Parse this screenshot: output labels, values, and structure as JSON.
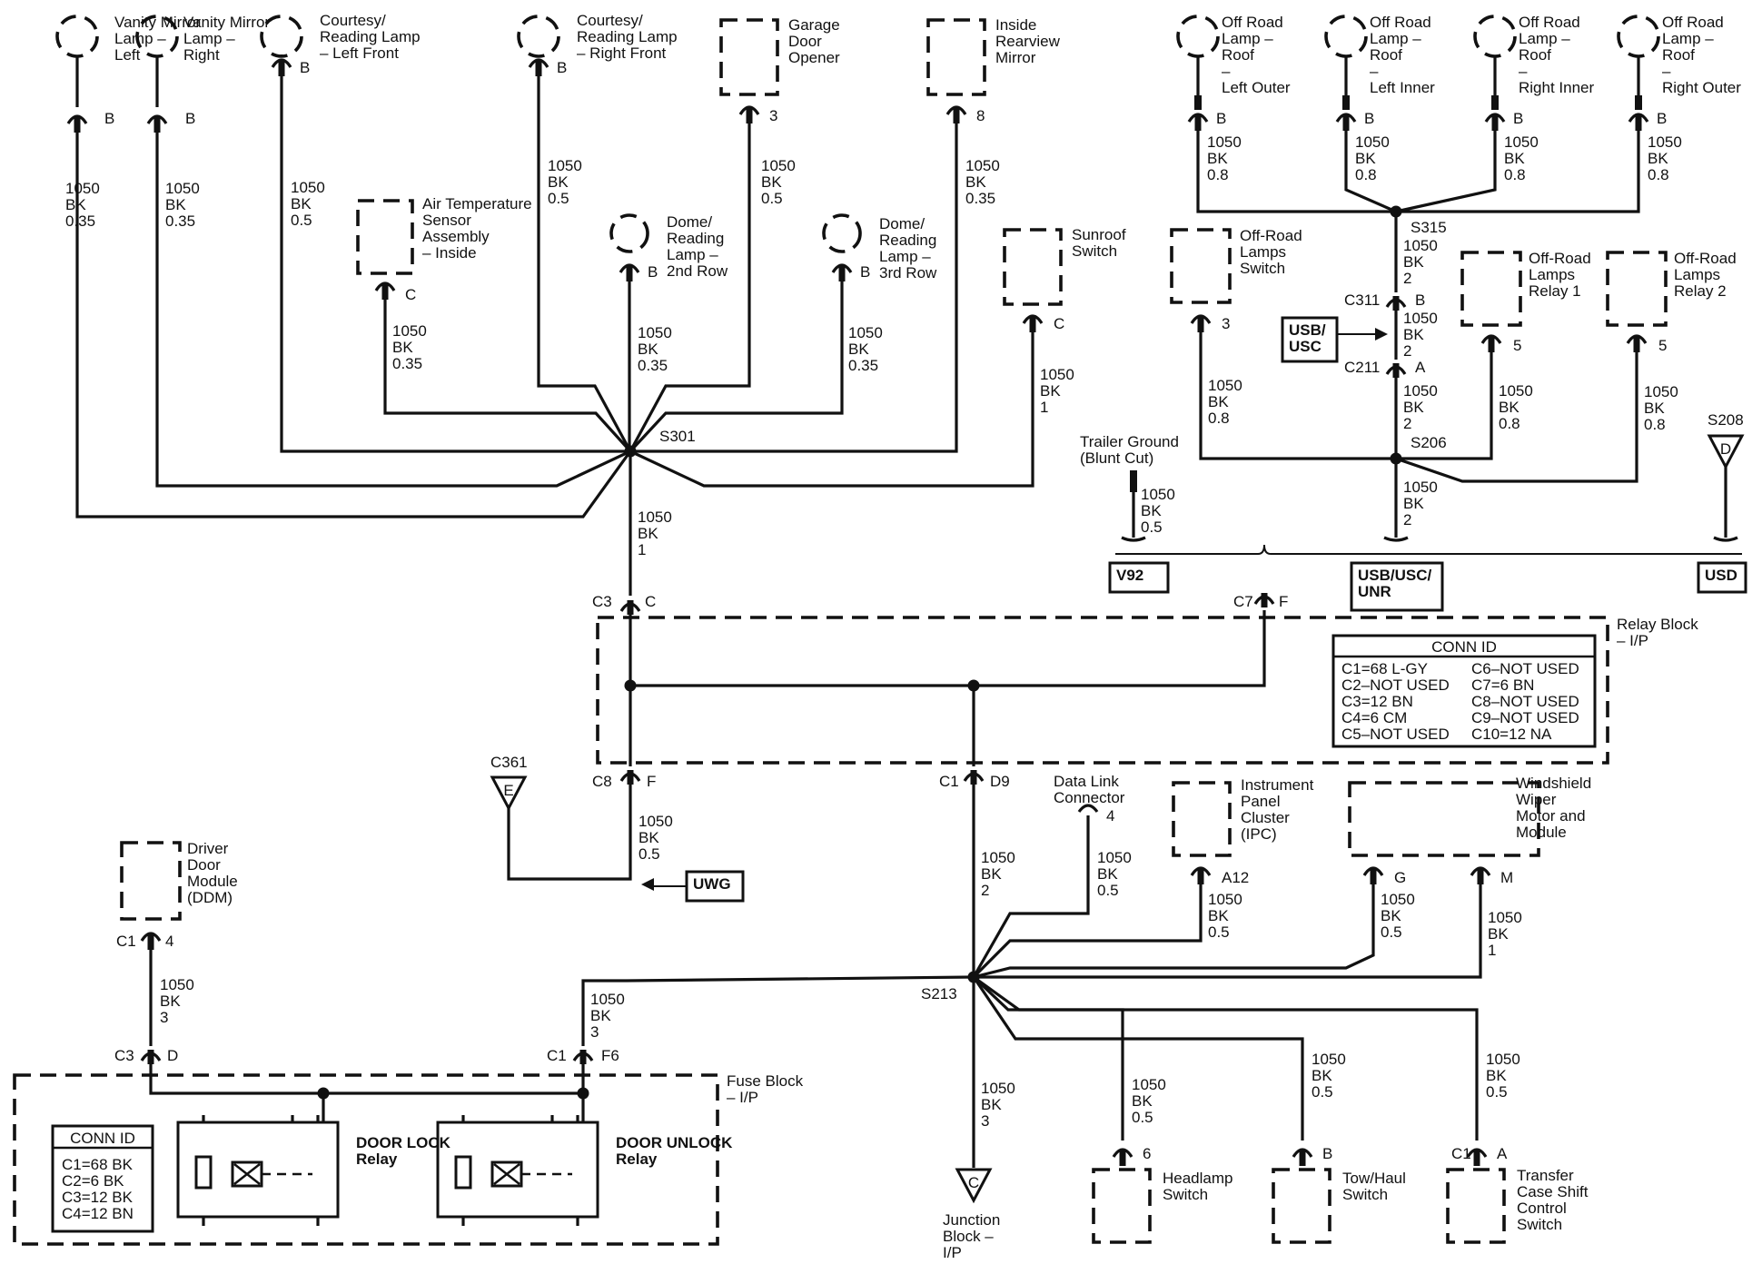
{
  "components": {
    "vanity_left": "Vanity Mirror Lamp – Left",
    "vanity_right": "Vanity Mirror Lamp – Right",
    "courtesy_lf": "Courtesy/ Reading Lamp – Left Front",
    "courtesy_rf": "Courtesy/ Reading Lamp – Right Front",
    "garage": "Garage Door Opener",
    "inside_mirror": "Inside Rearview Mirror",
    "air_temp": "Air Temperature Sensor Assembly – Inside",
    "dome_2nd": "Dome/ Reading Lamp – 2nd Row",
    "dome_3rd": "Dome/ Reading Lamp – 3rd Row",
    "sunroof": "Sunroof Switch",
    "offroad_lo": "Off Road Lamp – Roof – Left Outer",
    "offroad_li": "Off Road Lamp – Roof – Left Inner",
    "offroad_ri": "Off Road Lamp – Roof – Right Inner",
    "offroad_ro": "Off Road Lamp – Roof – Right Outer",
    "offroad_switch": "Off-Road Lamps Switch",
    "offroad_relay1": "Off-Road Lamps Relay 1",
    "offroad_relay2": "Off-Road Lamps Relay 2",
    "trailer_ground": "Trailer Ground (Blunt Cut)",
    "relay_block": "Relay Block – I/P",
    "driver_door": "Driver Door Module (DDM)",
    "data_link": "Data Link Connector",
    "ipc": "Instrument Panel Cluster (IPC)",
    "wiper": "Windshield Wiper Motor and Module",
    "fuse_block": "Fuse Block – I/P",
    "door_lock": "DOOR LOCK Relay",
    "door_unlock": "DOOR UNLOCK Relay",
    "junction": "Junction Block – I/P",
    "headlamp": "Headlamp Switch",
    "tow_haul": "Tow/Haul Switch",
    "transfer_case": "Transfer Case Shift Control Switch"
  },
  "splices": {
    "s301": "S301",
    "s315": "S315",
    "s206": "S206",
    "s213": "S213"
  },
  "grounds": {
    "g_s208": "S208",
    "g_d": "D",
    "g_c361": "C361",
    "g_e": "E",
    "g_c": "C"
  },
  "options": {
    "usb_usc": "USB/ USC",
    "v92": "V92",
    "usb_usc_unr": "USB/USC/ UNR",
    "usd": "USD",
    "uwg": "UWG"
  },
  "relay_conn_id": {
    "title": "CONN ID",
    "rows": [
      [
        "C1=68 L-GY",
        "C6–NOT USED"
      ],
      [
        "C2–NOT USED",
        "C7=6 BN"
      ],
      [
        "C3=12 BN",
        "C8–NOT USED"
      ],
      [
        "C4=6 CM",
        "C9–NOT USED"
      ],
      [
        "C5–NOT USED",
        "C10=12 NA"
      ]
    ]
  },
  "fuse_conn_id": {
    "title": "CONN ID",
    "rows": [
      "C1=68 BK",
      "C2=6 BK",
      "C3=12 BK",
      "C4=12 BN"
    ]
  },
  "pins": {
    "vanity_left": "B",
    "vanity_right": "B",
    "courtesy_lf": "B",
    "courtesy_rf": "B",
    "garage": "3",
    "inside_mirror": "8",
    "air_temp": "C",
    "dome_2nd": "B",
    "dome_3rd": "B",
    "sunroof": "C",
    "offroad_lo": "B",
    "offroad_li": "B",
    "offroad_ri": "B",
    "offroad_ro": "B",
    "offroad_switch": "3",
    "offroad_relay1": "5",
    "offroad_relay2": "5",
    "c311": "C311",
    "c311_pin": "B",
    "c211": "C211",
    "c211_pin": "A",
    "c3": "C3",
    "c3_pin": "C",
    "c7": "C7",
    "c7_pin": "F",
    "c8": "C8",
    "c8_pin": "F",
    "c1": "C1",
    "c1_pin": "D9",
    "ddm_conn": "C1",
    "ddm_pin": "4",
    "fb_c3": "C3",
    "fb_c3_pin": "D",
    "fb_c1": "C1",
    "fb_c1_pin": "F6",
    "dlc_pin": "4",
    "ipc_pin": "A12",
    "wiper_g": "G",
    "wiper_m": "M",
    "headlamp_pin": "6",
    "tow_pin": "B",
    "tc_conn": "C1",
    "tc_pin": "A"
  },
  "wires": {
    "vanity_left": "1050 BK 0.35",
    "vanity_right": "1050 BK 0.35",
    "courtesy_lf": "1050 BK 0.5",
    "courtesy_rf": "1050 BK 0.5",
    "garage": "1050 BK 0.5",
    "inside_mirror": "1050 BK 0.35",
    "air_temp": "1050 BK 0.35",
    "dome_2nd": "1050 BK 0.35",
    "dome_3rd": "1050 BK 0.35",
    "sunroof": "1050 BK 1",
    "s301_out": "1050 BK 1",
    "offroad_lo": "1050 BK 0.8",
    "offroad_li": "1050 BK 0.8",
    "offroad_ri": "1050 BK 0.8",
    "offroad_ro": "1050 BK 0.8",
    "s315_out": "1050 BK 2",
    "c311_c211": "1050 BK 2",
    "c211_s206": "1050 BK 2",
    "offroad_switch": "1050 BK 0.8",
    "offroad_relay1": "1050 BK 0.8",
    "offroad_relay2": "1050 BK 0.8",
    "s206_out": "1050 BK 2",
    "trailer": "1050 BK 0.5",
    "c8_out": "1050 BK 0.5",
    "c1_out": "1050 BK 2",
    "dlc": "1050 BK 0.5",
    "ipc": "1050 BK 0.5",
    "wiper_g": "1050 BK 0.5",
    "wiper_m": "1050 BK 1",
    "ddm": "1050 BK 3",
    "fb_c1": "1050 BK 3",
    "junction": "1050 BK 3",
    "headlamp": "1050 BK 0.5",
    "tow": "1050 BK 0.5",
    "tc": "1050 BK 0.5"
  }
}
